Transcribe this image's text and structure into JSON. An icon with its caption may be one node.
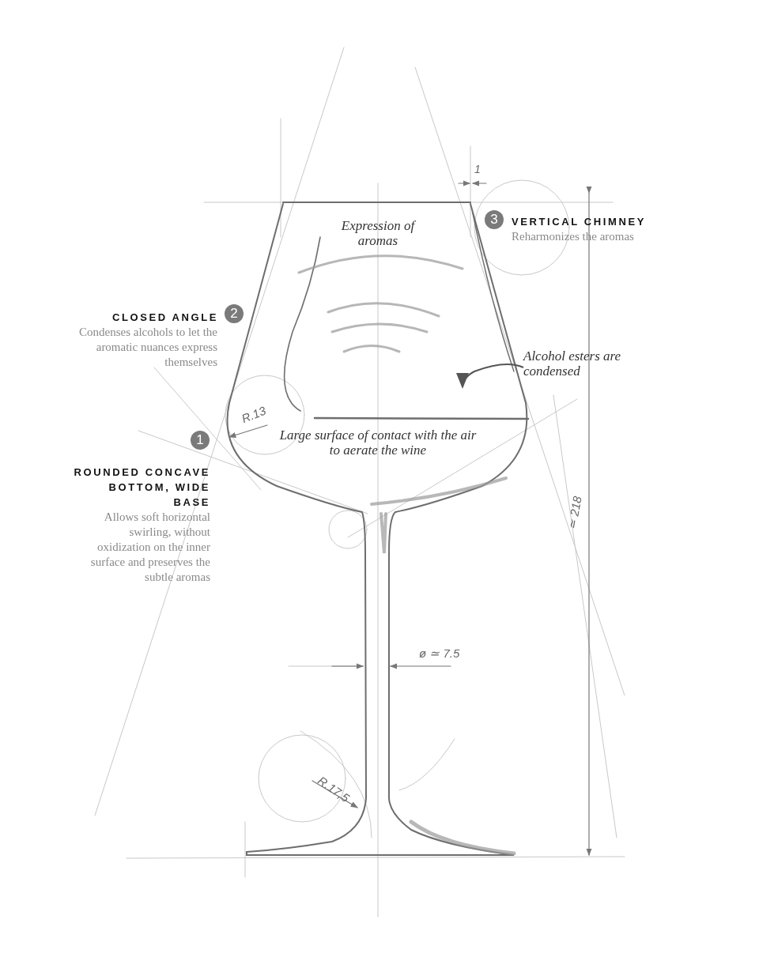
{
  "diagram": {
    "nodes": [
      {
        "text": [
          "3"
        ],
        "beside": [
          "VERTICAL CHIMNEY",
          "Reharmonizes the aromas"
        ]
      },
      {
        "text": [
          "2"
        ],
        "beside": [
          "CLOSED ANGLE",
          "Condenses alcohols to let the aromatic nuances express themselves"
        ]
      },
      {
        "text": [
          "1"
        ],
        "beside": [
          "ROUNDED CONCAVE BOTTOM, WIDE BASE",
          "Allows soft horizontal swirling, without oxidization on the inner surface and preserves the subtle aromas"
        ]
      }
    ],
    "labels": [
      "1",
      "Expression of aromas",
      "Alcohol esters are condensed",
      "R.13",
      "Large surface of contact with the air to aerate the wine",
      "≃ 218",
      "ø ≃ 7.5",
      "R.17,5"
    ]
  }
}
